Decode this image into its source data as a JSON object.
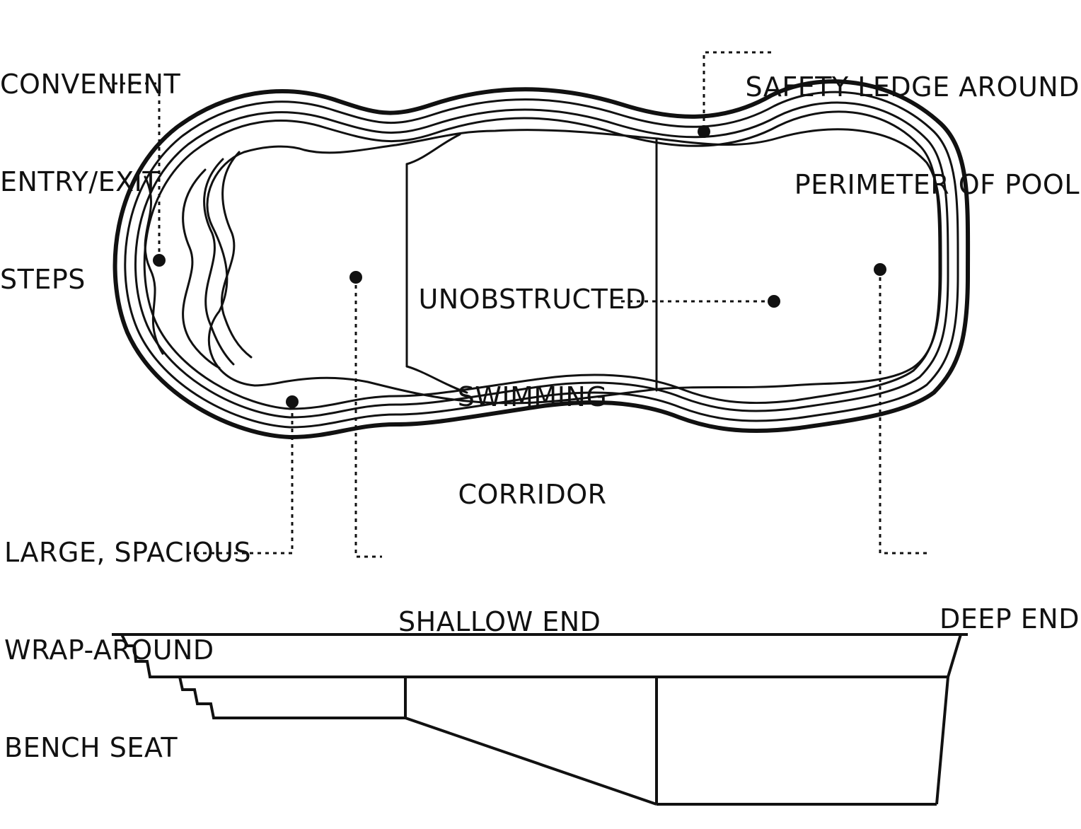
{
  "colors": {
    "ink": "#111111",
    "background": "#ffffff"
  },
  "labels": {
    "entry_steps": [
      "CONVENIENT",
      "ENTRY/EXIT",
      "STEPS"
    ],
    "safety_ledge": [
      "SAFETY LEDGE AROUND",
      "PERIMETER OF POOL"
    ],
    "corridor": [
      "UNOBSTRUCTED",
      "SWIMMING",
      "CORRIDOR"
    ],
    "bench_seat": [
      "LARGE, SPACIOUS",
      "WRAP-AROUND",
      "BENCH SEAT"
    ],
    "shallow_end": "SHALLOW END",
    "deep_end": "DEEP END"
  }
}
